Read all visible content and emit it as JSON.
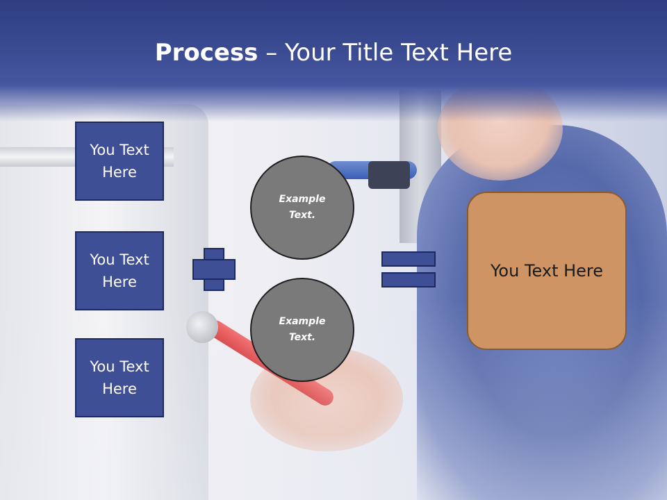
{
  "slide": {
    "title_bold": "Process",
    "title_rest": " – Your Title Text Here"
  },
  "left_boxes": [
    {
      "line1": "You Text",
      "line2": "Here"
    },
    {
      "line1": "You Text",
      "line2": "Here"
    },
    {
      "line1": "You Text",
      "line2": "Here"
    }
  ],
  "circles": [
    {
      "line1": "Example",
      "line2": "Text."
    },
    {
      "line1": "Example",
      "line2": "Text."
    }
  ],
  "result_box": {
    "text": "You Text Here"
  },
  "operators": {
    "plus": "plus-icon",
    "equals": "equals-icon"
  },
  "colors": {
    "header": "#3a4b92",
    "box_fill": "#3f4f95",
    "circle_fill": "#7a7a7a",
    "result_fill": "#cf9463"
  }
}
